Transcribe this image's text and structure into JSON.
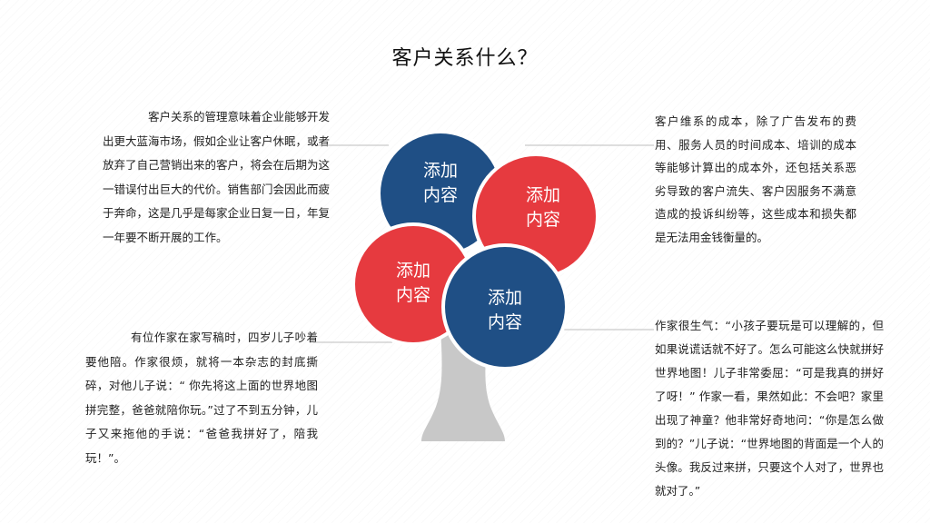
{
  "title": "客户关系什么？",
  "text_top_left": "客户关系的管理意味着企业能够开发出更大蓝海市场，假如企业让客户休眠，或者放弃了自己营销出来的客户，将会在后期为这一错误付出巨大的代价。销售部门会因此而疲于奔命，这是几乎是每家企业日复一日，年复一年要不断开展的工作。",
  "text_bottom_left": "有位作家在家写稿时，四岁儿子吵着要他陪。作家很烦，就将一本杂志的封底撕碎，对他儿子说：“ 你先将这上面的世界地图拼完整，爸爸就陪你玩。”过了不到五分钟，儿子又来拖他的手说：“爸爸我拼好了，陪我玩！”。",
  "text_top_right": "客户维系的成本，除了广告发布的费用、服务人员的时间成本、培训的成本等能够计算出的成本外，还包括关系恶劣导致的客户流失、客户因服务不满意造成的投诉纠纷等，这些成本和损失都是无法用金钱衡量的。",
  "text_bottom_right": "作家很生气：“小孩子要玩是可以理解的，但如果说谎话就不好了。怎么可能这么快就拼好世界地图！儿子非常委屈：“可是我真的拼好了呀！” 作家一看，果然如此：不会吧？家里出现了神童？他非常好奇地问：“你是怎么做到的？”儿子说：“世界地图的背面是一个人的头像。我反过来拼，只要这个人对了，世界也就对了。”",
  "petals": [
    {
      "line1": "添加",
      "line2": "内容"
    },
    {
      "line1": "添加",
      "line2": "内容"
    },
    {
      "line1": "添加",
      "line2": "内容"
    },
    {
      "line1": "添加",
      "line2": "内容"
    }
  ],
  "colors": {
    "blue": "#1f4f85",
    "red": "#e63a3f",
    "trunk": "#c8c8c8",
    "connector": "#bdbdbd"
  }
}
